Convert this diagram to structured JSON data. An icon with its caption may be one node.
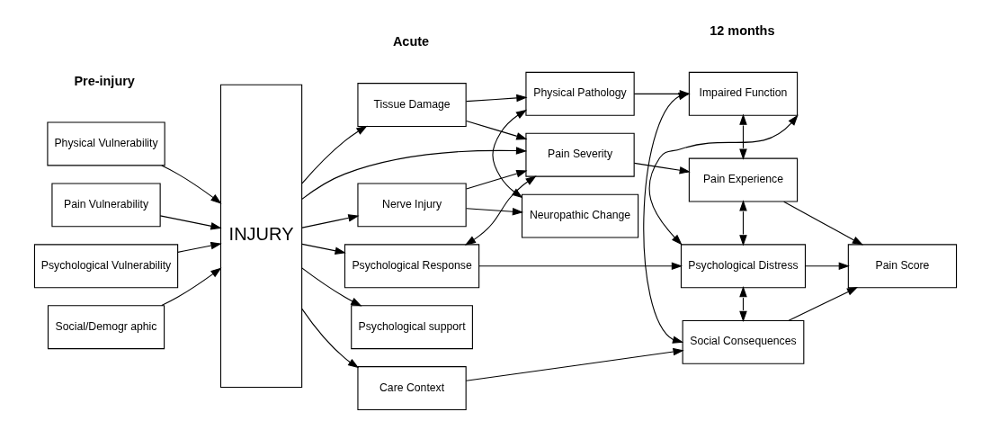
{
  "diagram": {
    "nodes": [
      {
        "text": [
          "Physical Vulnerability"
        ]
      },
      {
        "text": [
          "Pain Vulnerability"
        ]
      },
      {
        "text": [
          "Psychological Vulnerability"
        ]
      },
      {
        "text": [
          "Social/Demogr aphic"
        ]
      },
      {
        "text": [
          "INJURY"
        ]
      },
      {
        "text": [
          "Tissue Damage"
        ]
      },
      {
        "text": [
          "Nerve Injury"
        ]
      },
      {
        "text": [
          "Pain Severity"
        ]
      },
      {
        "text": [
          "Psychological Response"
        ]
      },
      {
        "text": [
          "Psychological support"
        ]
      },
      {
        "text": [
          "Care Context"
        ]
      },
      {
        "text": [
          "Physical Pathology"
        ]
      },
      {
        "text": [
          "Neuropathic Change"
        ]
      },
      {
        "text": [
          "Impaired Function"
        ]
      },
      {
        "text": [
          "Pain Experience"
        ]
      },
      {
        "text": [
          "Psychological Distress"
        ]
      },
      {
        "text": [
          "Social Consequences"
        ]
      },
      {
        "text": [
          "Pain Score"
        ]
      }
    ],
    "edges": [
      {
        "from": 0,
        "to": 4,
        "arrow": "to"
      },
      {
        "from": 1,
        "to": 4,
        "arrow": "to"
      },
      {
        "from": 2,
        "to": 4,
        "arrow": "to"
      },
      {
        "from": 3,
        "to": 4,
        "arrow": "to"
      },
      {
        "from": 4,
        "to": 5,
        "arrow": "to"
      },
      {
        "from": 4,
        "to": 7,
        "arrow": "to"
      },
      {
        "from": 4,
        "to": 6,
        "arrow": "to"
      },
      {
        "from": 4,
        "to": 8,
        "arrow": "to"
      },
      {
        "from": 4,
        "to": 9,
        "arrow": "to"
      },
      {
        "from": 4,
        "to": 10,
        "arrow": "to"
      },
      {
        "from": 5,
        "to": 7,
        "arrow": "to"
      },
      {
        "from": 6,
        "to": 7,
        "arrow": "to"
      },
      {
        "from": 5,
        "to": 11,
        "arrow": "to"
      },
      {
        "from": 6,
        "to": 12,
        "arrow": "to"
      },
      {
        "from": 7,
        "to": 8,
        "arrow": "both"
      },
      {
        "from": 7,
        "to": 14,
        "arrow": "to"
      },
      {
        "from": 8,
        "to": 15,
        "arrow": "to"
      },
      {
        "from": 10,
        "to": 16,
        "arrow": "to"
      },
      {
        "from": 11,
        "to": 13,
        "arrow": "to"
      },
      {
        "from": 11,
        "to": 12,
        "arrow": "both"
      },
      {
        "from": 13,
        "to": 16,
        "arrow": "both"
      },
      {
        "from": 13,
        "to": 15,
        "arrow": "both"
      },
      {
        "from": 13,
        "to": 14,
        "arrow": "both"
      },
      {
        "from": 14,
        "to": 15,
        "arrow": "both"
      },
      {
        "from": 15,
        "to": 16,
        "arrow": "both"
      },
      {
        "from": 14,
        "to": 17,
        "arrow": "to"
      },
      {
        "from": 15,
        "to": 17,
        "arrow": "to"
      },
      {
        "from": 16,
        "to": 17,
        "arrow": "to"
      }
    ],
    "labels": [
      "Pre-injury",
      "Acute",
      "12 months"
    ]
  }
}
